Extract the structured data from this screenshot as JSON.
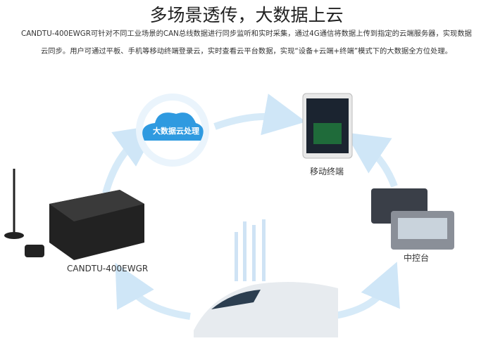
{
  "title": "多场景透传，大数据上云",
  "description_line1": "CANDTU-400EWGR可针对不同工业场景的CAN总线数据进行同步监听和实时采集，通过4G通信将数据上传到指定的云端服务器，实现数据",
  "description_line2": "云同步。用户可通过平板、手机等移动终端登录云，实时查看云平台数据，实现“设备+云端+终端”模式下的大数据全方位处理。",
  "cloud_label": "大数据云处理",
  "mobile_label": "移动终端",
  "console_label": "中控台",
  "device_label": "CANDTU-400EWGR",
  "colors": {
    "arrow": "#cfe6f7",
    "cloud": "#2f9ae0"
  }
}
